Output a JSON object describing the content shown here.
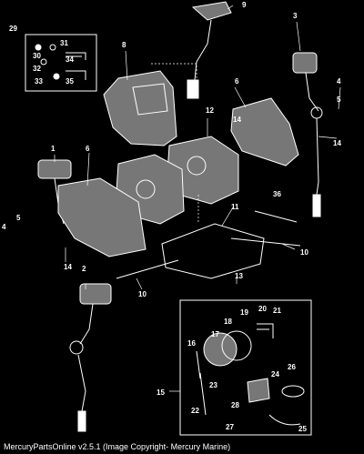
{
  "callouts": [
    "1",
    "2",
    "3",
    "4",
    "4",
    "5",
    "5",
    "6",
    "6",
    "8",
    "9",
    "10",
    "10",
    "11",
    "12",
    "13",
    "14",
    "14",
    "14",
    "15",
    "16",
    "17",
    "18",
    "19",
    "20",
    "21",
    "22",
    "23",
    "24",
    "25",
    "26",
    "27",
    "28",
    "29",
    "30",
    "31",
    "32",
    "33",
    "34",
    "35",
    "36"
  ],
  "footer_text": "MercuryPartsOnline v2.5.1 (Image Copyright- Mercury Marine)"
}
